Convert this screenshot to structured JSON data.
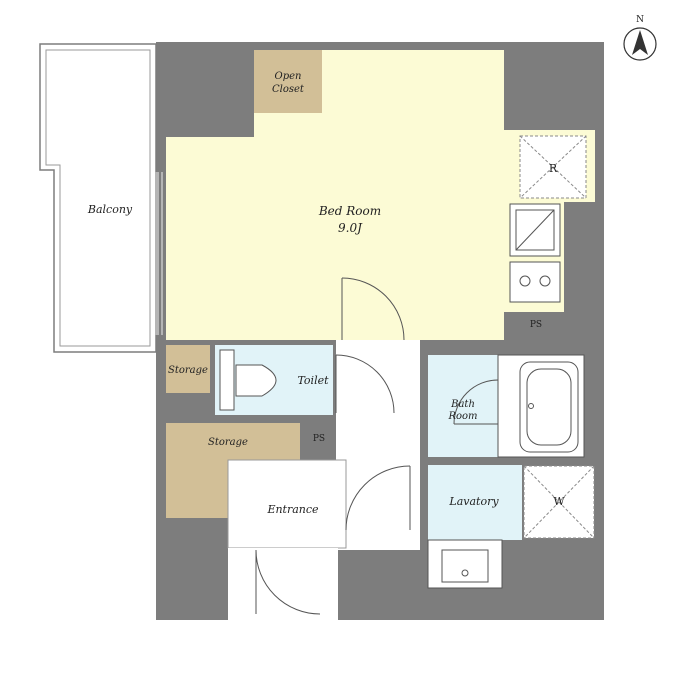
{
  "compass": {
    "letter": "N"
  },
  "rooms": {
    "open_closet": {
      "line1": "Open",
      "line2": "Closet"
    },
    "bed_room": {
      "name": "Bed Room",
      "size": "9.0J"
    },
    "balcony": {
      "name": "Balcony"
    },
    "storage_small": {
      "name": "Storage"
    },
    "toilet": {
      "name": "Toilet"
    },
    "storage_large": {
      "name": "Storage"
    },
    "entrance": {
      "name": "Entrance"
    },
    "bath_room": {
      "line1": "Bath",
      "line2": "Room"
    },
    "lavatory": {
      "name": "Lavatory"
    }
  },
  "fixtures": {
    "refrigerator": "R",
    "washer": "W",
    "ps_upper": "PS",
    "ps_lower": "PS"
  },
  "colors": {
    "wall": "#7d7d7d",
    "bedroom_floor": "#fcfbd5",
    "storage_floor": "#d2bf97",
    "wet_area_floor": "#e1f3f8",
    "hall_floor": "#ffffff"
  }
}
